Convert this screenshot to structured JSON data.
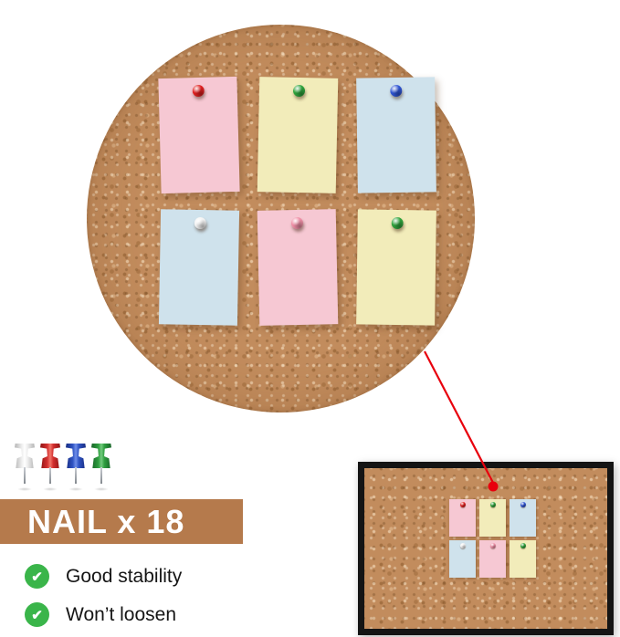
{
  "banner": {
    "label": "NAIL x 18",
    "bg_color": "#b57a4c",
    "text_color": "#ffffff"
  },
  "features": [
    {
      "label": "Good stability"
    },
    {
      "label": "Won’t loosen"
    }
  ],
  "icons": {
    "check": "✔",
    "check_bg": "#3ab54a"
  },
  "callout": {
    "line_color": "#e8000d",
    "dot_color": "#e8000d"
  },
  "cork": {
    "base_color": "#c28c5d",
    "frame_color": "#141414"
  },
  "big_board": {
    "notes": [
      {
        "note_color": "#f6c8d3",
        "pin_color": "#e02020",
        "rotate": -1.5
      },
      {
        "note_color": "#f2ecba",
        "pin_color": "#2fa33c",
        "rotate": 1.2
      },
      {
        "note_color": "#cfe2ec",
        "pin_color": "#2f55d4",
        "rotate": -0.8
      },
      {
        "note_color": "#cfe2ec",
        "pin_color": "#f3f3f3",
        "rotate": 1.0
      },
      {
        "note_color": "#f6c8d3",
        "pin_color": "#ef8fa6",
        "rotate": -1.2
      },
      {
        "note_color": "#f2ecba",
        "pin_color": "#2fa33c",
        "rotate": 0.8
      }
    ]
  },
  "mini_board": {
    "notes": [
      {
        "note_color": "#f6c8d3",
        "pin_color": "#e02020",
        "rotate": 0
      },
      {
        "note_color": "#f2ecba",
        "pin_color": "#2fa33c",
        "rotate": 0
      },
      {
        "note_color": "#cfe2ec",
        "pin_color": "#2f55d4",
        "rotate": 0
      },
      {
        "note_color": "#cfe2ec",
        "pin_color": "#f3f3f3",
        "rotate": 0
      },
      {
        "note_color": "#f6c8d3",
        "pin_color": "#ef8fa6",
        "rotate": 0
      },
      {
        "note_color": "#f2ecba",
        "pin_color": "#2fa33c",
        "rotate": 0
      }
    ]
  },
  "pushpins": [
    {
      "name": "white",
      "color": "#ededed",
      "light": "#ffffff",
      "dark": "#b5b5b5"
    },
    {
      "name": "red",
      "color": "#d32f2f",
      "light": "#f2766a",
      "dark": "#8e1414"
    },
    {
      "name": "blue",
      "color": "#2f54c4",
      "light": "#6f8ee9",
      "dark": "#182c80"
    },
    {
      "name": "green",
      "color": "#2e9e3f",
      "light": "#72cb7d",
      "dark": "#176327"
    }
  ]
}
